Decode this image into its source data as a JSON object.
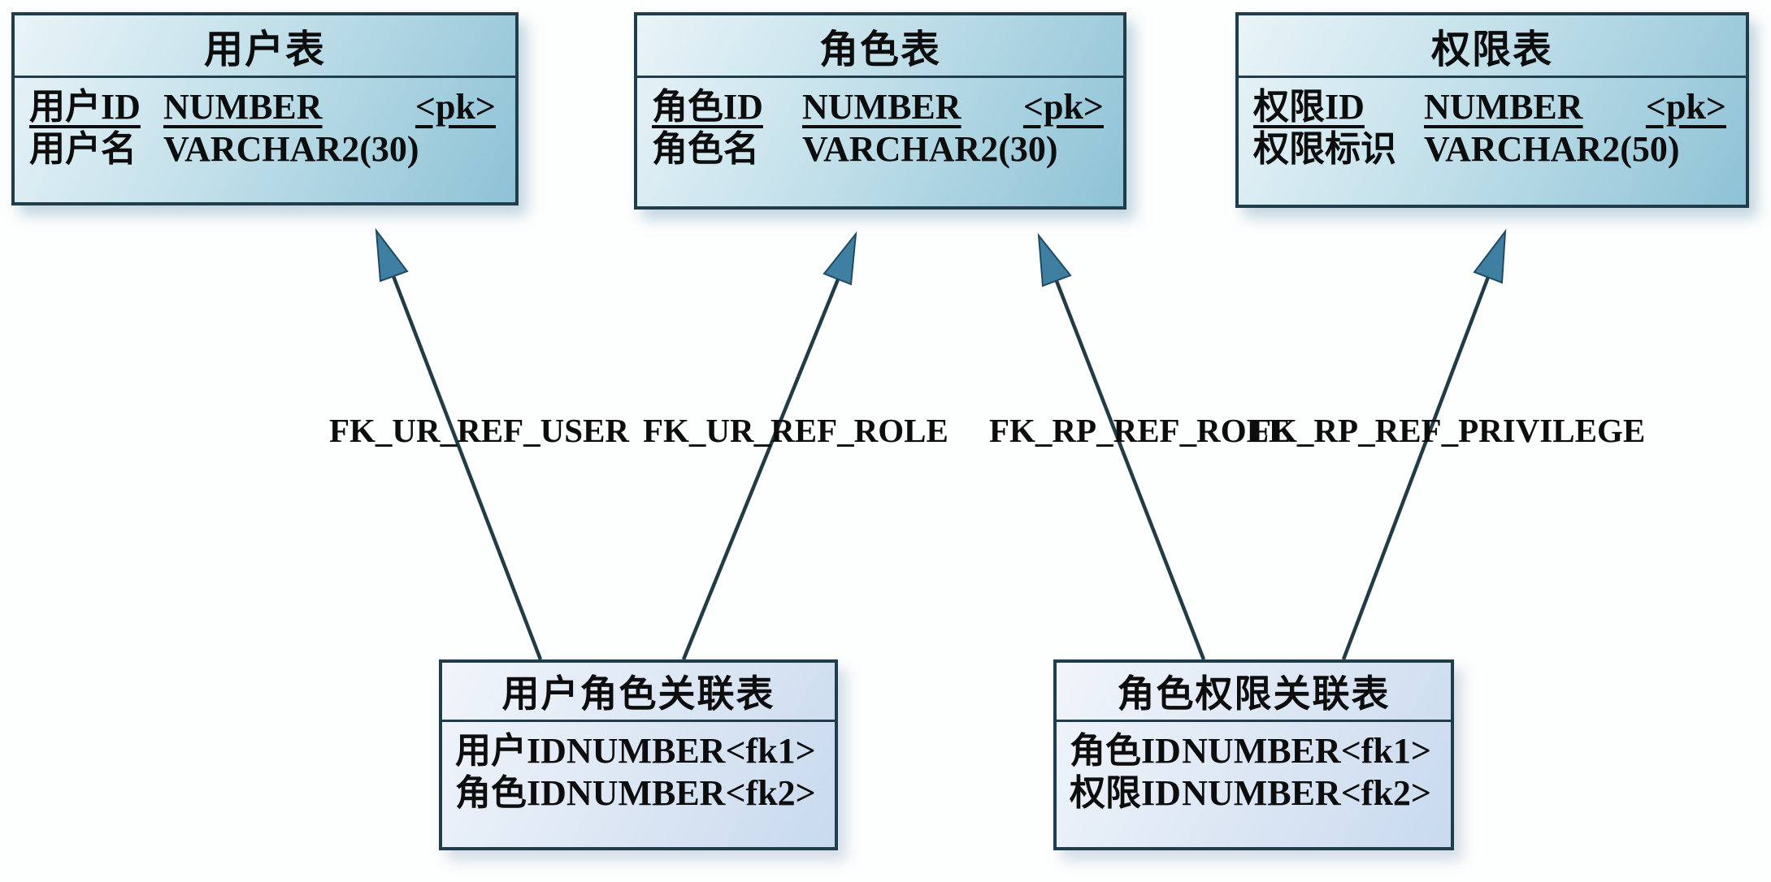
{
  "entities": [
    {
      "title": "用户表",
      "columns": [
        {
          "name": "用户ID",
          "type": "NUMBER",
          "key": "<pk>"
        },
        {
          "name": "用户名",
          "type": "VARCHAR2(30)",
          "key": ""
        }
      ]
    },
    {
      "title": "角色表",
      "columns": [
        {
          "name": "角色ID",
          "type": "NUMBER",
          "key": "<pk>"
        },
        {
          "name": "角色名",
          "type": "VARCHAR2(30)",
          "key": ""
        }
      ]
    },
    {
      "title": "权限表",
      "columns": [
        {
          "name": "权限ID",
          "type": "NUMBER",
          "key": "<pk>"
        },
        {
          "name": "权限标识",
          "type": "VARCHAR2(50)",
          "key": ""
        }
      ]
    },
    {
      "title": "用户角色关联表",
      "columns": [
        {
          "name": "用户ID",
          "type": "NUMBER",
          "key": "<fk1>"
        },
        {
          "name": "角色ID",
          "type": "NUMBER",
          "key": "<fk2>"
        }
      ]
    },
    {
      "title": "角色权限关联表",
      "columns": [
        {
          "name": "角色ID",
          "type": "NUMBER",
          "key": "<fk1>"
        },
        {
          "name": "权限ID",
          "type": "NUMBER",
          "key": "<fk2>"
        }
      ]
    }
  ],
  "relations": [
    {
      "label": "FK_UR_REF_USER",
      "from": "用户角色关联表",
      "to": "用户表"
    },
    {
      "label": "FK_UR_REF_ROLE",
      "from": "用户角色关联表",
      "to": "角色表"
    },
    {
      "label": "FK_RP_REF_ROLE",
      "from": "角色权限关联表",
      "to": "角色表"
    },
    {
      "label": "FK_RP_REF_PRIVILEGE",
      "from": "角色权限关联表",
      "to": "权限表"
    }
  ],
  "colors": {
    "entity_border": "#1f3d4b",
    "entity_fill_teal": "#8ec2d6",
    "entity_fill_pale": "#d8e4f4",
    "arrow_line": "#223c46",
    "arrowhead_fill": "#3f80a2",
    "text": "#0d0d0d"
  }
}
